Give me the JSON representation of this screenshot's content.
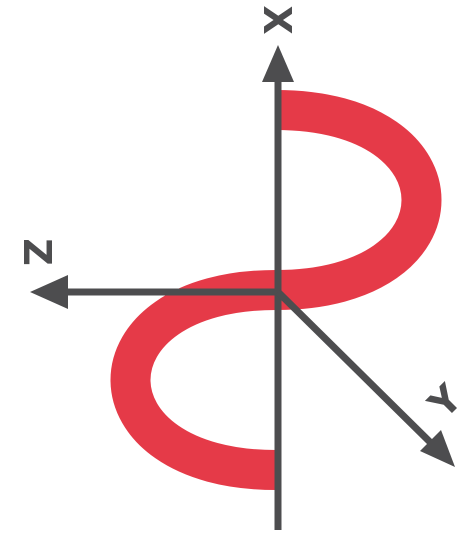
{
  "diagram": {
    "axes": [
      {
        "id": "x",
        "label": "X"
      },
      {
        "id": "z",
        "label": "Z"
      },
      {
        "id": "y",
        "label": "Y"
      }
    ],
    "colors": {
      "axis": "#4d4d4f",
      "curve": "#e53a48",
      "background": "#ffffff"
    }
  }
}
